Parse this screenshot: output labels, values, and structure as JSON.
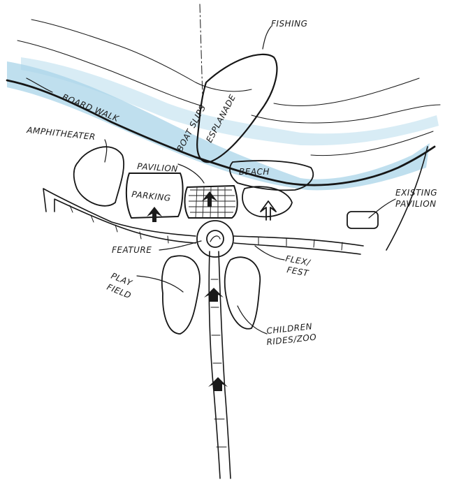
{
  "labels": {
    "fishing": "FISHING",
    "boat_slips": "BOAT SLIPS",
    "esplanade": "ESPLANADE",
    "boardwalk": "BOARD WALK",
    "amphitheater": "AMPHITHEATER",
    "pavilion": "PAVILION",
    "beach": "BEACH",
    "parking": "PARKING",
    "existing_pavilion_1": "EXISTING",
    "existing_pavilion_2": "PAVILION",
    "feature": "FEATURE",
    "flex_1": "FLEX/",
    "flex_2": "FEST",
    "play_field_1": "PLAY",
    "play_field_2": "FIELD",
    "children_1": "CHILDREN",
    "children_2": "RIDES/ZOO"
  },
  "colors": {
    "ink": "#161616",
    "water": "#a9d4e8"
  }
}
